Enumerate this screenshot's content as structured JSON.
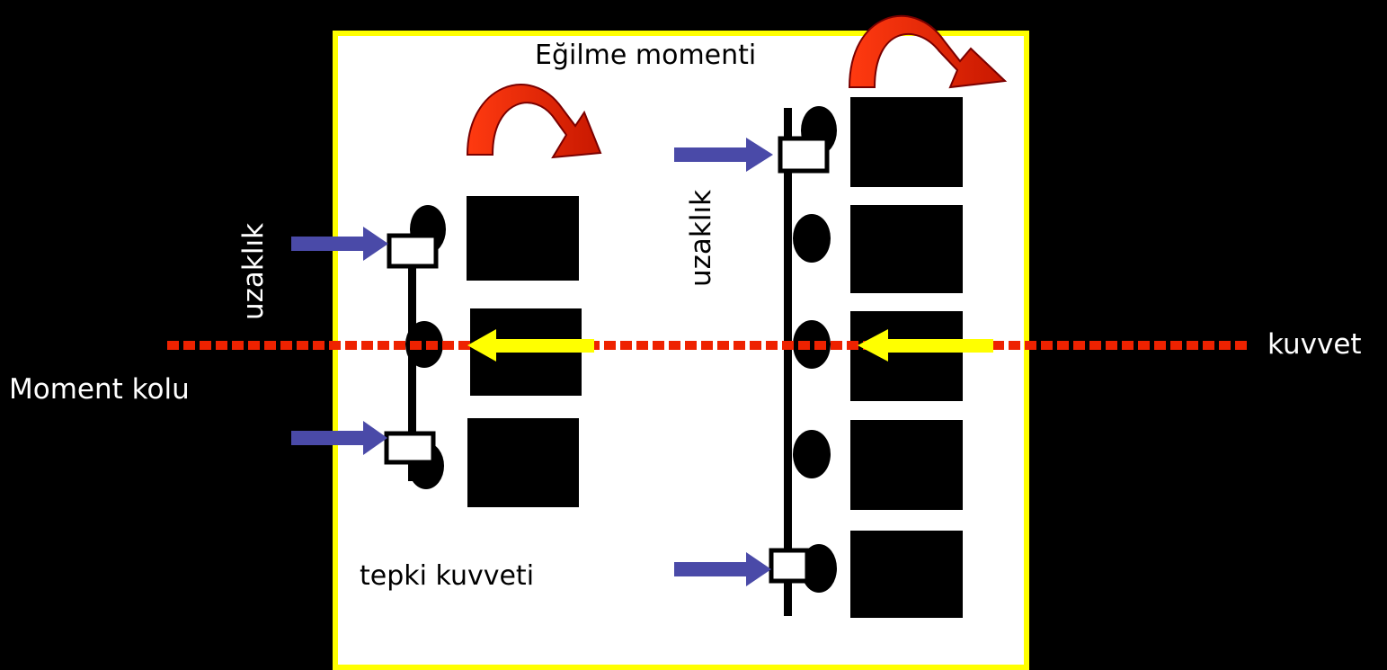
{
  "labels": {
    "title": "Eğilme momenti",
    "distance_left": "uzaklık",
    "distance_right": "uzaklık",
    "moment_arm": "Moment kolu",
    "force": "kuvvet",
    "reaction_force": "tepki kuvveti"
  },
  "colors": {
    "background": "#000000",
    "panel": "#ffffff",
    "panel_border": "#ffff00",
    "teeth": "#000000",
    "moment_arrow": "#dd2200",
    "force_arrow": "#ffff00",
    "reaction_arrow": "#4a4aa8",
    "moment_arm_line": "#ee2200"
  }
}
